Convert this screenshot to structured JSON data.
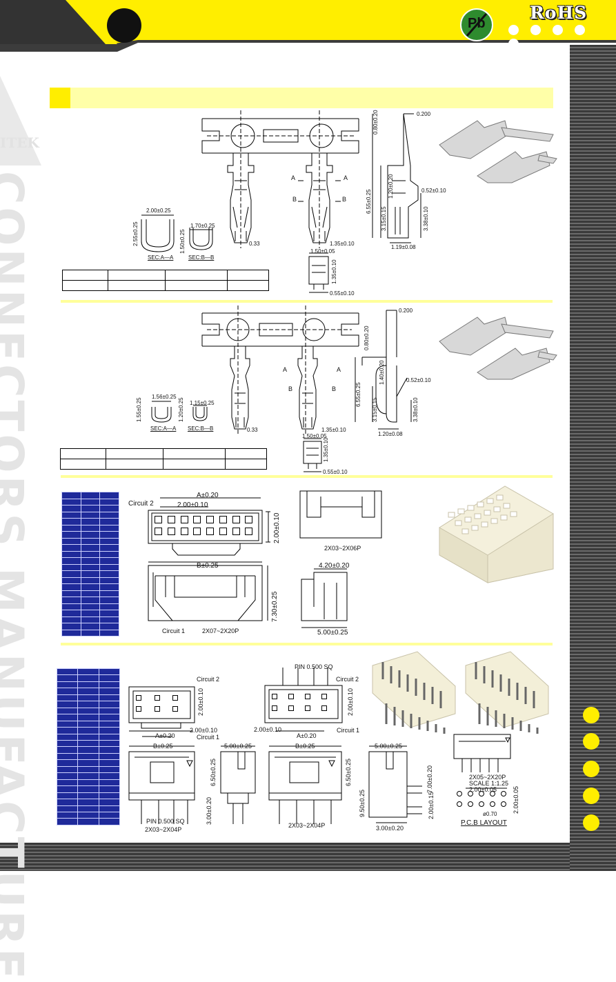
{
  "header": {
    "rohs_label": "RoHS",
    "pb_label": "Pb"
  },
  "watermark": {
    "logo_text": "ITEK",
    "vertical_text": "CONNECTORS MANUFACTURE"
  },
  "terminal1": {
    "dims": {
      "top_thickness": "0.200",
      "d1": "0.80±0.20",
      "d2": "1.20±0.20",
      "d3": "6.55±0.25",
      "d4": "3.15±0.15",
      "d5": "0.52±0.10",
      "d6": "3.38±0.10",
      "d7": "1.19±0.08",
      "d8": "1.35±0.10",
      "d9": "1.50±0.05",
      "d10": "1.35±0.10",
      "d11": "0.55±0.10",
      "d12": "0.33",
      "sec_a_w": "2.00±0.25",
      "sec_a_h": "2.55±0.25",
      "sec_b_w": "1.70±0.25",
      "sec_b_h": "1.50±0.25"
    },
    "sec_a_label": "SEC:A—A",
    "sec_b_label": "SEC:B—B",
    "mark_a": "A",
    "mark_b": "B"
  },
  "terminal2": {
    "dims": {
      "top_thickness": "0.200",
      "d1": "0.80±0.20",
      "d2": "1.40±0.20",
      "d3": "6.55±0.25",
      "d4": "3.15±0.15",
      "d5": "0.52±0.10",
      "d6": "3.38±0.10",
      "d7": "1.20±0.08",
      "d8": "1.35±0.10",
      "d9": "1.50±0.05",
      "d10": "1.35±0.10",
      "d11": "0.55±0.10",
      "d12": "0.33",
      "sec_a_w": "1.56±0.25",
      "sec_a_h": "1.55±0.25",
      "sec_b_w": "1.15±0.25",
      "sec_b_h": "1.20±0.25"
    },
    "sec_a_label": "SEC:A—A",
    "sec_b_label": "SEC:B—B",
    "mark_a": "A",
    "mark_b": "B"
  },
  "housing": {
    "dim_a": "A±0.20",
    "pitch": "2.00±0.10",
    "height": "2.00±0.10",
    "circuit2": "Circuit  2",
    "circuit1": "Circuit  1",
    "range_label": "2X07~2X20P",
    "dim_b": "B±0.25",
    "dim_h": "7.30±0.25",
    "dim_depth": "4.20±0.20",
    "dim_w": "5.00±0.25",
    "small_range": "2X03~2X06P"
  },
  "header_pin": {
    "circuit2": "Circuit  2",
    "circuit1": "Circuit  1",
    "pitch": "2.00±0.10",
    "row": "2.00±0.10",
    "dim_a": "A±0.20",
    "pin": "PIN  0.500  SQ",
    "dim_b": "B±0.25",
    "dim_w": "5.00±0.25",
    "dim_h1": "6.50±0.25",
    "dim_h2": "3.00±0.20",
    "range_left": "2X03~2X04P",
    "range_mid": "2X03~2X04P",
    "dim_h3": "9.50±0.25",
    "dim_h4": "7.00±0.20",
    "dim_h5": "2.00±0.15",
    "dim_w2": "3.00±0.20",
    "pcb_range": "2X05~2X20P",
    "pcb_scale": "SCALE  1:1.25",
    "pcb_pitch": "2.00±0.05",
    "pcb_row": "2.00±0.05",
    "pcb_hole": "ø0.70",
    "pcb_title": "P.C.B  LAYOUT"
  },
  "colors": {
    "yellow": "#ffee00",
    "pale_yellow": "#ffffa8",
    "table_blue": "#1f2a9a",
    "stripe": "#4a4a4a"
  }
}
